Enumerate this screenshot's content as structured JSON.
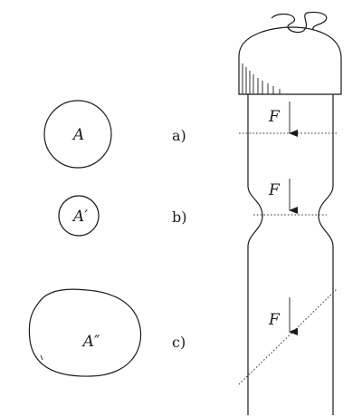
{
  "cross_sections": [
    {
      "area_label": "A",
      "case_label": "a)"
    },
    {
      "area_label": "A′",
      "case_label": "b)"
    },
    {
      "area_label": "A″",
      "case_label": "c)"
    }
  ],
  "specimen": {
    "force_labels": [
      "F",
      "F",
      "F"
    ]
  },
  "colors": {
    "ink": "#1a1a1a",
    "background": "#ffffff"
  }
}
